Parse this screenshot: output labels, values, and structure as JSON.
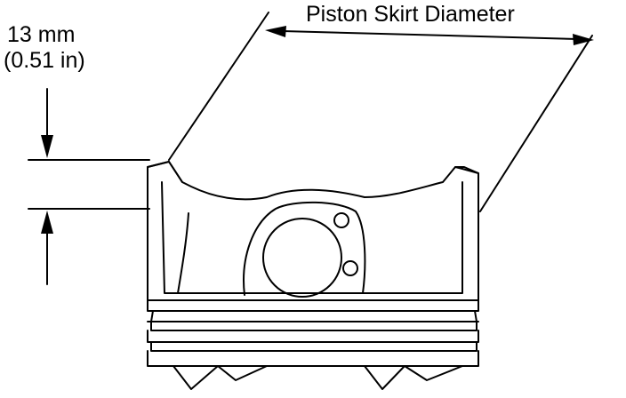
{
  "labels": {
    "skirt_diameter": "Piston Skirt Diameter",
    "measure_mm": "13 mm",
    "measure_in": "(0.51 in)"
  },
  "colors": {
    "line": "#000000",
    "background": "#ffffff"
  }
}
